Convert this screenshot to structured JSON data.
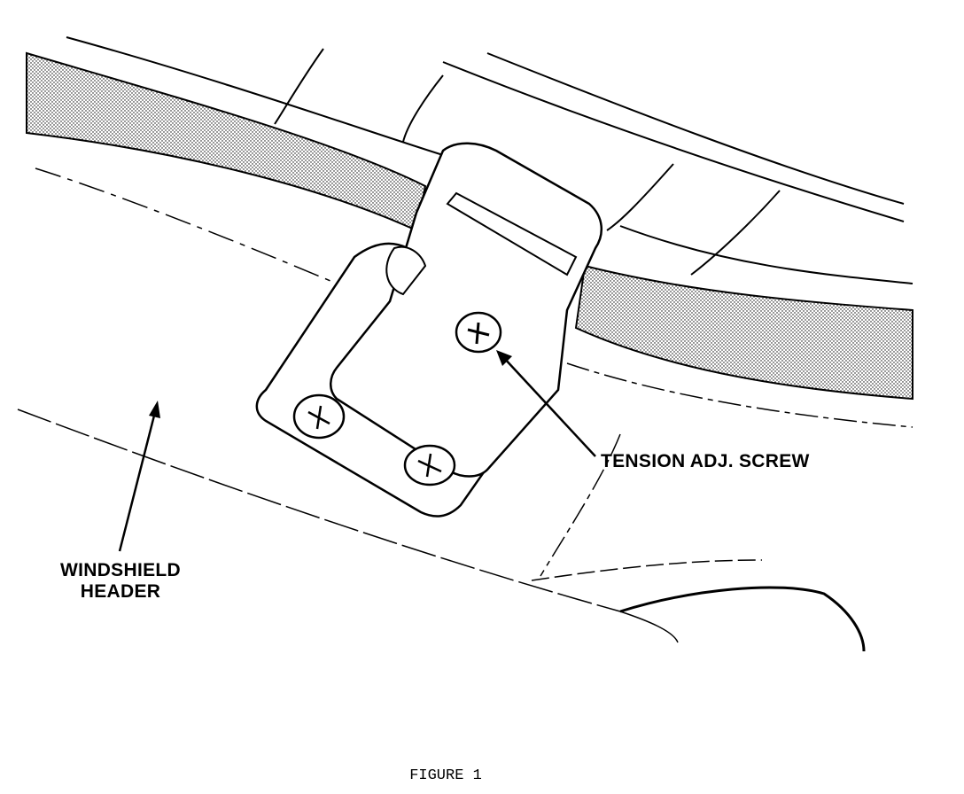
{
  "labels": {
    "tension_screw": "TENSION ADJ. SCREW",
    "windshield_line1": "WINDSHIELD",
    "windshield_line2": "HEADER"
  },
  "caption": "FIGURE 1",
  "colors": {
    "ink": "#000000",
    "paper": "#ffffff"
  }
}
